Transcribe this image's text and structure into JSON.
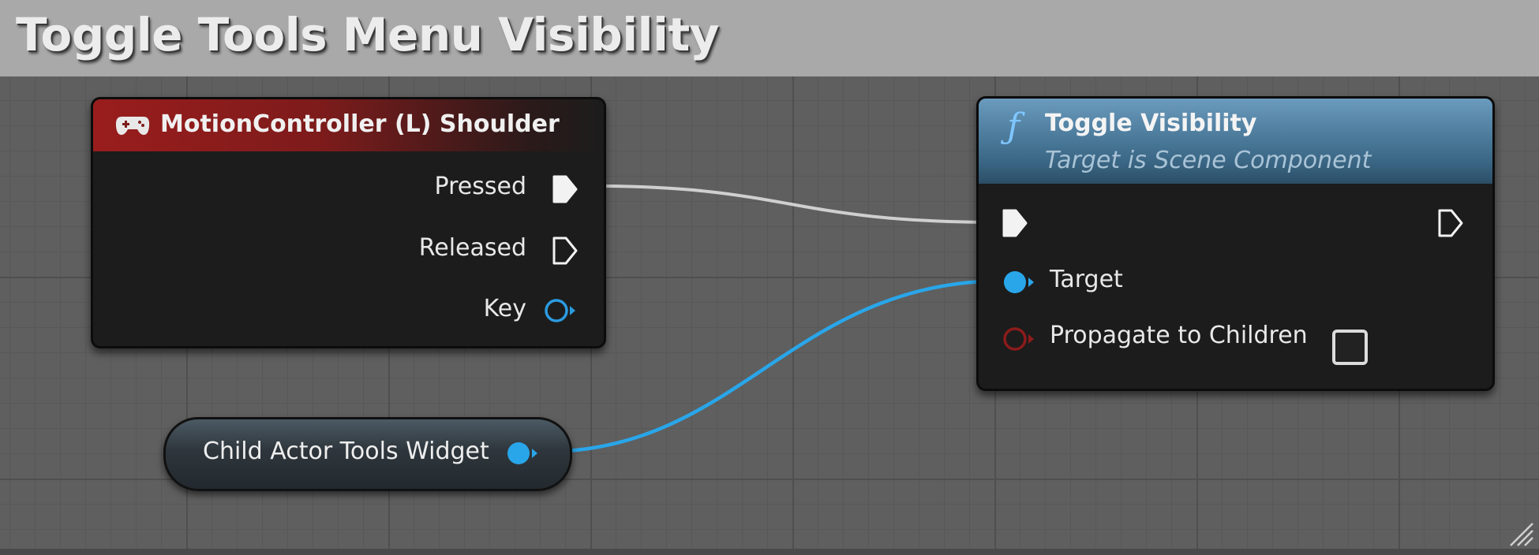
{
  "comment": {
    "title": "Toggle Tools Menu Visibility"
  },
  "event_node": {
    "title": "MotionController (L) Shoulder",
    "icon": "gamepad-icon",
    "pins": [
      {
        "label": "Pressed",
        "type": "exec",
        "connected": true
      },
      {
        "label": "Released",
        "type": "exec",
        "connected": false
      },
      {
        "label": "Key",
        "type": "struct",
        "connected": false
      }
    ]
  },
  "function_node": {
    "title": "Toggle Visibility",
    "subtitle": "Target is Scene Component",
    "icon": "function-icon",
    "pins": [
      {
        "label": "",
        "type": "exec-in",
        "connected": true
      },
      {
        "label": "",
        "type": "exec-out",
        "connected": false
      },
      {
        "label": "Target",
        "type": "object",
        "connected": true
      },
      {
        "label": "Propagate to Children",
        "type": "bool",
        "connected": false,
        "value": false
      }
    ]
  },
  "variable_node": {
    "label": "Child Actor Tools Widget",
    "type": "object"
  },
  "colors": {
    "event_header": "#9a1d1d",
    "function_header": "#4f7e9f",
    "object_pin": "#29a6ea",
    "bool_pin": "#8c1b1b",
    "exec_wire": "#cfcfcf",
    "object_wire": "#29a6ea"
  }
}
